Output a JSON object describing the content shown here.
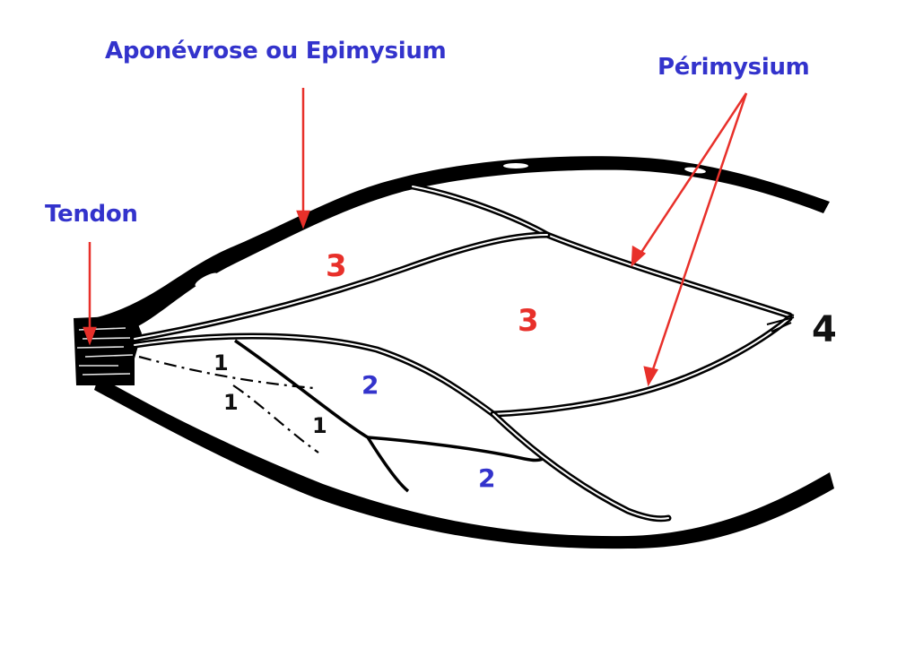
{
  "diagram": {
    "type": "anatomical-schematic",
    "subject": "muscle connective tissue structure",
    "labels": {
      "aponeurosis": "Aponévrose ou Epimysium",
      "perimysium": "Périmysium",
      "tendon": "Tendon"
    },
    "numbers": {
      "n1a": "1",
      "n1b": "1",
      "n1c": "1",
      "n2a": "2",
      "n2b": "2",
      "n3a": "3",
      "n3b": "3",
      "n4": "4"
    },
    "colors": {
      "label_blue": "#3333cc",
      "arrow_red": "#e8302a",
      "structure_black": "#000000",
      "number_black": "#111111"
    },
    "arrows": [
      {
        "from": "Aponévrose ou Epimysium",
        "to": "outer sheath (epimysium)"
      },
      {
        "from": "Périmysium",
        "to": "upper perimysium septum"
      },
      {
        "from": "Périmysium",
        "to": "lower perimysium septum"
      },
      {
        "from": "Tendon",
        "to": "tendon fibers"
      }
    ]
  }
}
